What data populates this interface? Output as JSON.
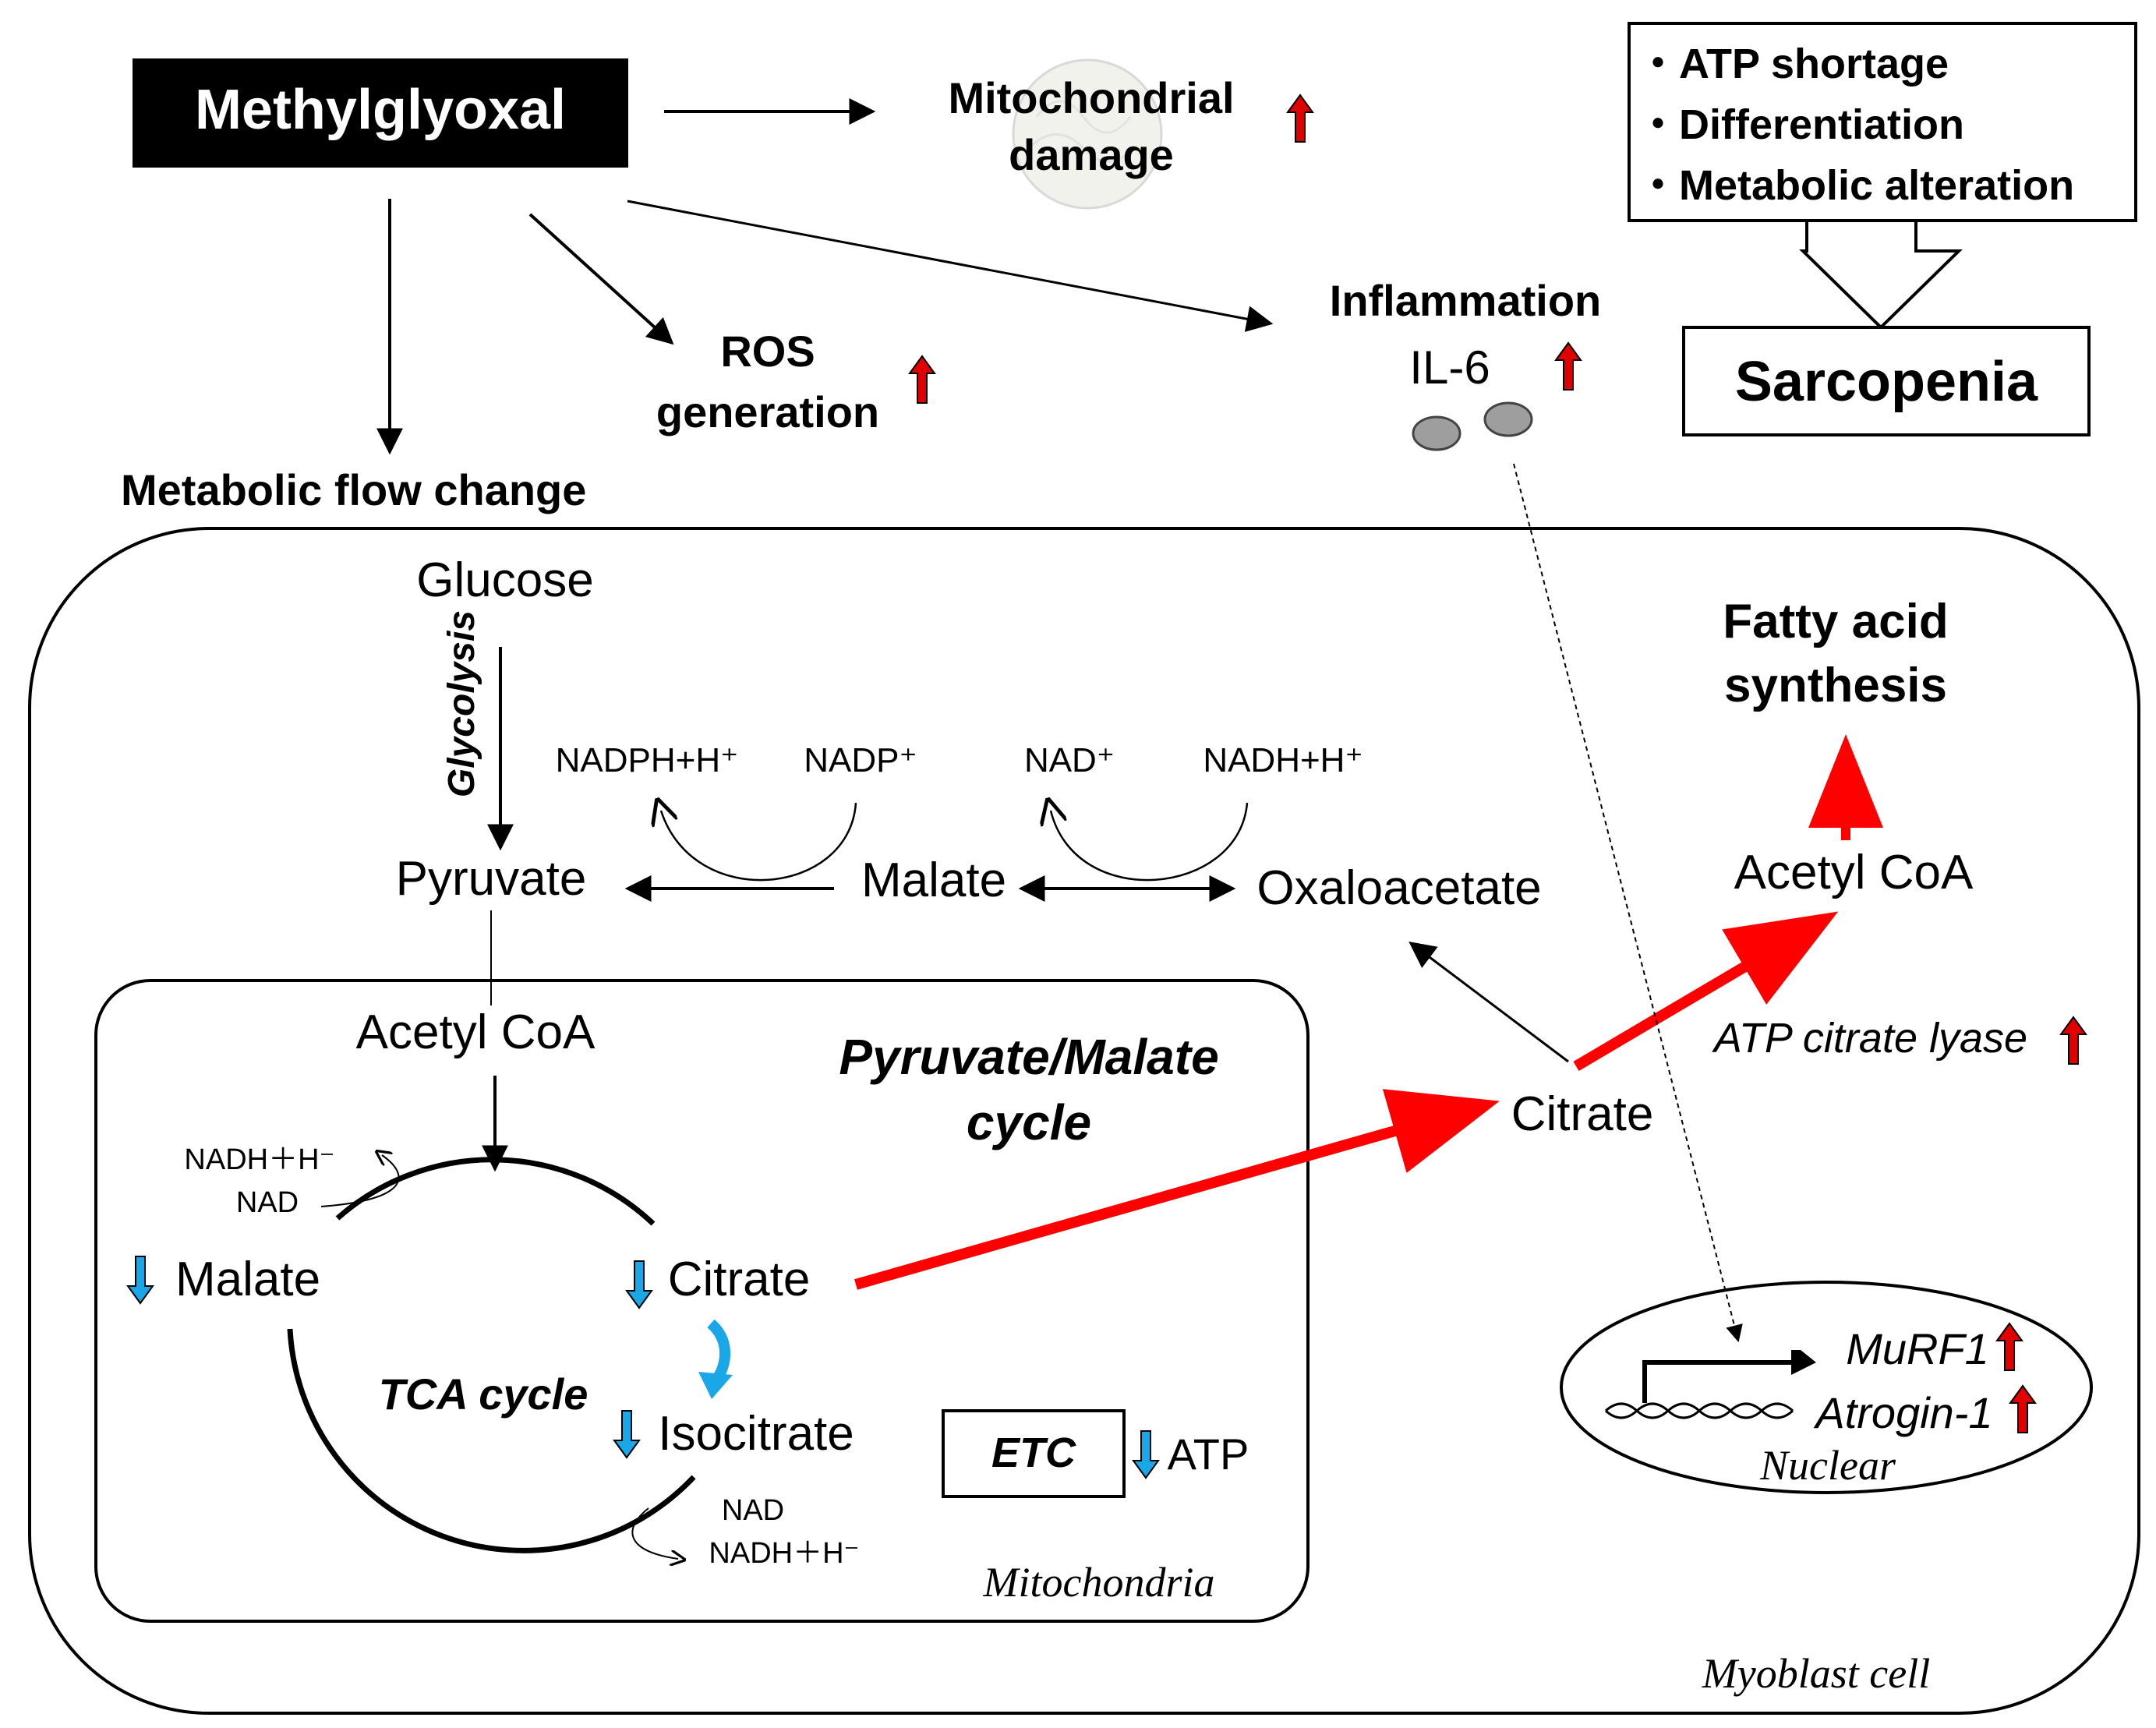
{
  "top": {
    "methylglyoxal": "Methylglyoxal",
    "mito_damage": [
      "Mitochondrial",
      "damage"
    ],
    "ros": [
      "ROS",
      "generation"
    ],
    "inflammation": "Inflammation",
    "il6": "IL-6",
    "metabolic_flow": "Metabolic  flow change",
    "bullets": [
      "・ATP shortage",
      "・Differentiation",
      "・Metabolic alteration"
    ],
    "sarcopenia": "Sarcopenia"
  },
  "cytosol": {
    "glucose": "Glucose",
    "glycolysis": "Glycolysis",
    "pyruvate": "Pyruvate",
    "malate": "Malate",
    "oxaloacetate": "Oxaloacetate",
    "nadph": "NADPH+H⁺",
    "nadp": "NADP⁺",
    "nad_plus": "NAD⁺",
    "nadh": "NADH+H⁺",
    "fatty_acid": [
      "Fatty acid",
      "synthesis"
    ],
    "acetyl_coa": "Acetyl CoA",
    "citrate": "Citrate",
    "atp_citrate_lyase": "ATP citrate lyase",
    "cell_label": "Myoblast cell"
  },
  "mito": {
    "acetyl_coa": "Acetyl CoA",
    "pm_cycle": [
      "Pyruvate/Malate",
      "cycle"
    ],
    "nadh_top": "NADH＋H⁻",
    "nad_top": "NAD",
    "malate": "Malate",
    "citrate": "Citrate",
    "tca": "TCA cycle",
    "isocitrate": "Isocitrate",
    "etc": "ETC",
    "atp": "ATP",
    "nad_bottom": "NAD",
    "nadh_bottom": "NADH＋H⁻",
    "label": "Mitochondria"
  },
  "nucleus": {
    "murf1": "MuRF1",
    "atrogin": "Atrogin-1",
    "label": "Nuclear"
  },
  "colors": {
    "increase": "#e00000",
    "decrease": "#1aa7e8",
    "flux": "#ff0000"
  }
}
